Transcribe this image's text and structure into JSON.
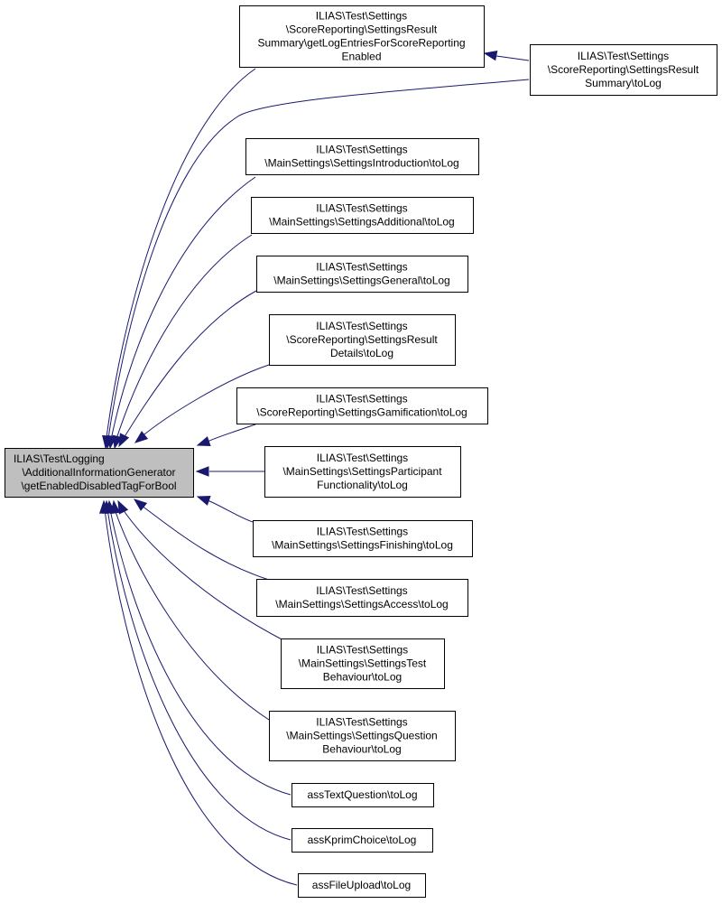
{
  "diagram": {
    "main_node": {
      "id": "main",
      "lines": [
        "ILIAS\\Test\\Logging",
        "\\AdditionalInformationGenerator",
        "\\getEnabledDisabledTagForBool"
      ]
    },
    "caller_nodes": [
      {
        "id": "n1",
        "lines": [
          "ILIAS\\Test\\Settings",
          "\\ScoreReporting\\SettingsResult",
          "Summary\\getLogEntriesForScoreReporting",
          "Enabled"
        ]
      },
      {
        "id": "n2",
        "lines": [
          "ILIAS\\Test\\Settings",
          "\\ScoreReporting\\SettingsResult",
          "Summary\\toLog"
        ]
      },
      {
        "id": "n3",
        "lines": [
          "ILIAS\\Test\\Settings",
          "\\MainSettings\\SettingsIntroduction\\toLog"
        ]
      },
      {
        "id": "n4",
        "lines": [
          "ILIAS\\Test\\Settings",
          "\\MainSettings\\SettingsAdditional\\toLog"
        ]
      },
      {
        "id": "n5",
        "lines": [
          "ILIAS\\Test\\Settings",
          "\\MainSettings\\SettingsGeneral\\toLog"
        ]
      },
      {
        "id": "n6",
        "lines": [
          "ILIAS\\Test\\Settings",
          "\\ScoreReporting\\SettingsResult",
          "Details\\toLog"
        ]
      },
      {
        "id": "n7",
        "lines": [
          "ILIAS\\Test\\Settings",
          "\\ScoreReporting\\SettingsGamification\\toLog"
        ]
      },
      {
        "id": "n8",
        "lines": [
          "ILIAS\\Test\\Settings",
          "\\MainSettings\\SettingsParticipant",
          "Functionality\\toLog"
        ]
      },
      {
        "id": "n9",
        "lines": [
          "ILIAS\\Test\\Settings",
          "\\MainSettings\\SettingsFinishing\\toLog"
        ]
      },
      {
        "id": "n10",
        "lines": [
          "ILIAS\\Test\\Settings",
          "\\MainSettings\\SettingsAccess\\toLog"
        ]
      },
      {
        "id": "n11",
        "lines": [
          "ILIAS\\Test\\Settings",
          "\\MainSettings\\SettingsTest",
          "Behaviour\\toLog"
        ]
      },
      {
        "id": "n12",
        "lines": [
          "ILIAS\\Test\\Settings",
          "\\MainSettings\\SettingsQuestion",
          "Behaviour\\toLog"
        ]
      },
      {
        "id": "n13",
        "lines": [
          "assTextQuestion\\toLog"
        ]
      },
      {
        "id": "n14",
        "lines": [
          "assKprimChoice\\toLog"
        ]
      },
      {
        "id": "n15",
        "lines": [
          "assFileUpload\\toLog"
        ]
      }
    ],
    "edges": [
      {
        "from": "n1",
        "to": "main"
      },
      {
        "from": "n2",
        "to": "n1"
      },
      {
        "from": "n2",
        "to": "main"
      },
      {
        "from": "n3",
        "to": "main"
      },
      {
        "from": "n4",
        "to": "main"
      },
      {
        "from": "n5",
        "to": "main"
      },
      {
        "from": "n6",
        "to": "main"
      },
      {
        "from": "n7",
        "to": "main"
      },
      {
        "from": "n8",
        "to": "main"
      },
      {
        "from": "n9",
        "to": "main"
      },
      {
        "from": "n10",
        "to": "main"
      },
      {
        "from": "n11",
        "to": "main"
      },
      {
        "from": "n12",
        "to": "main"
      },
      {
        "from": "n13",
        "to": "main"
      },
      {
        "from": "n14",
        "to": "main"
      },
      {
        "from": "n15",
        "to": "main"
      }
    ],
    "colors": {
      "edge": "#191970",
      "main_fill": "#bfbfbf",
      "node_fill": "#ffffff",
      "border": "#000000"
    }
  }
}
